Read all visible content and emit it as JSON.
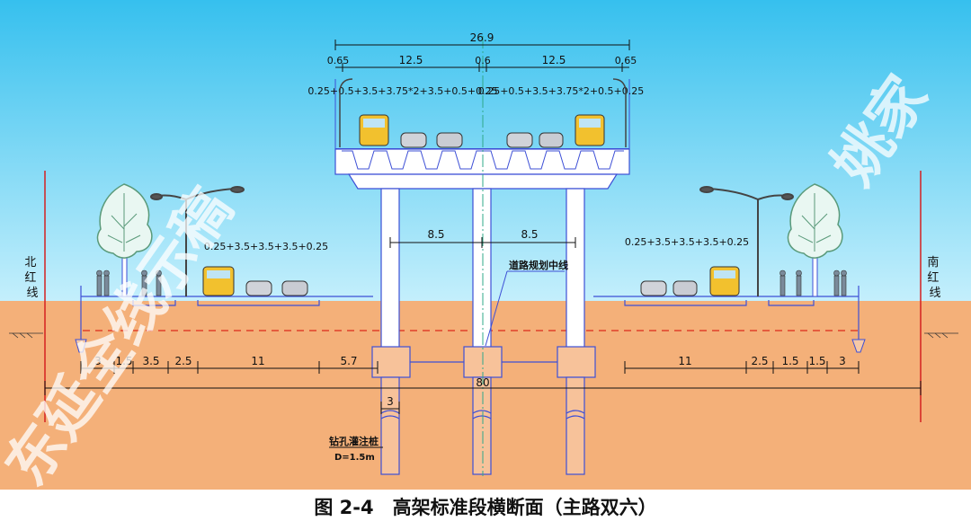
{
  "overall_width": "26.9",
  "deck_parts": [
    "0.65",
    "12.5",
    "0.6",
    "12.5",
    "0.65"
  ],
  "deck_lanes_left": "0.25+0.5+3.5+3.75*2+3.5+0.5+0.25",
  "deck_lanes_right": "0.25+0.5+3.5+3.75*2+0.5+0.25",
  "ground_lanes_left": "0.25+3.5+3.5+3.5+0.25",
  "ground_lanes_right": "0.25+3.5+3.5+3.5+0.25",
  "pier_spacing_left": "8.5",
  "pier_spacing_right": "8.5",
  "centerline_label": "道路规划中线",
  "north_label": "北红线",
  "south_label": "南红线",
  "ground_dims_left": [
    "3",
    "1.5",
    "3.5",
    "2.5",
    "11",
    "5.7"
  ],
  "ground_dims_right": [
    "11",
    "2.5",
    "1.5",
    "1.5",
    "3"
  ],
  "total_width": "80",
  "pile_spacing": "3",
  "pile_title": "钻孔灌注桩",
  "pile_dia": "D=1.5m",
  "caption": "图 2-4　高架标准段横断面（主路双六）",
  "watermark_main": "东延全线示稿",
  "watermark_corner": "姚家",
  "colors": {
    "sky_top": "#36c0ee",
    "sky_bottom": "#bfeefc",
    "ground": "#f4b079",
    "structure": "#3d4fd6"
  }
}
